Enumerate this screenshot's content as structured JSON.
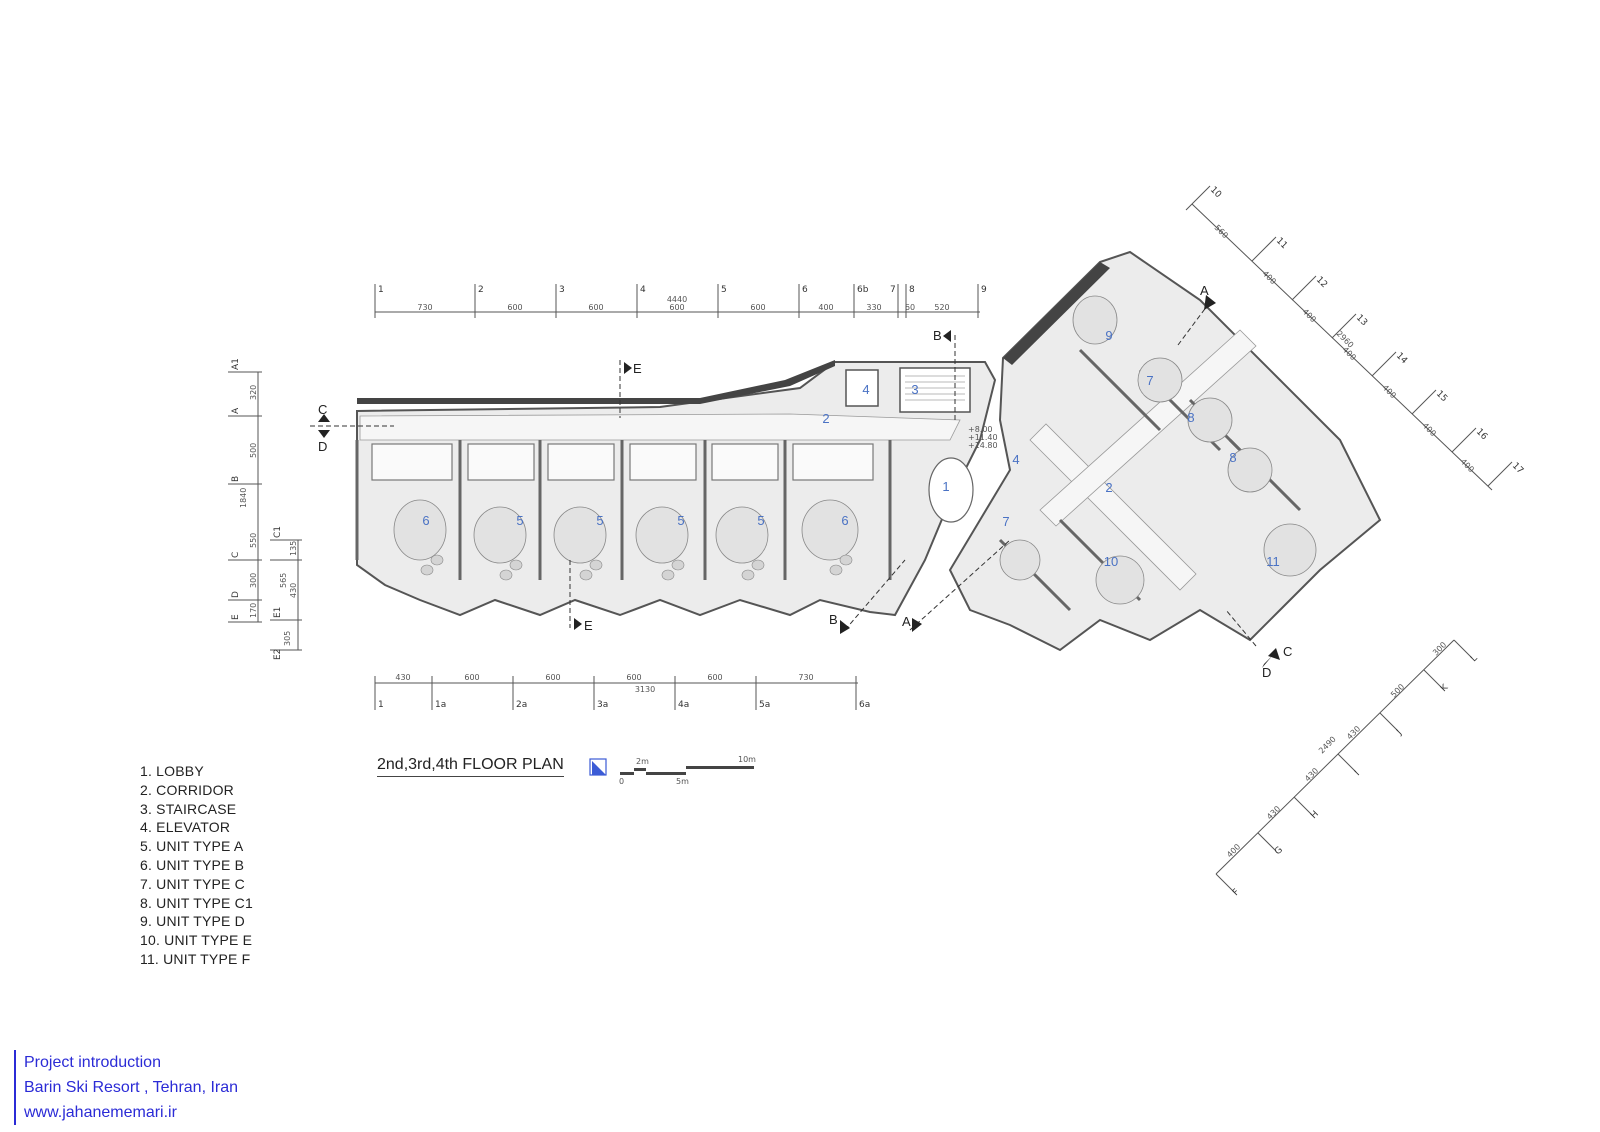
{
  "legend": [
    "1. LOBBY",
    "2. CORRIDOR",
    "3. STAIRCASE",
    "4. ELEVATOR",
    "5. UNIT TYPE A",
    "6. UNIT TYPE B",
    "7. UNIT TYPE C",
    "8. UNIT TYPE C1",
    "9. UNIT TYPE D",
    "10. UNIT TYPE E",
    "11. UNIT TYPE F"
  ],
  "plan_title": "2nd,3rd,4th FLOOR PLAN",
  "scale_bar": {
    "ticks": [
      "0",
      "2m",
      "5m",
      "10m"
    ]
  },
  "credits": {
    "line1": "Project introduction",
    "line2": "Barin Ski Resort , Tehran, Iran",
    "line3": "www.jahanememari.ir"
  },
  "top_grid": {
    "axes": [
      "1",
      "2",
      "3",
      "4",
      "5",
      "6",
      "6b",
      "7",
      "8",
      "9"
    ],
    "dims": [
      "730",
      "600",
      "600",
      "600",
      "600",
      "400",
      "330",
      "60",
      "520"
    ],
    "total": "4440"
  },
  "bottom_grid": {
    "axes": [
      "1",
      "1a",
      "2a",
      "3a",
      "4a",
      "5a",
      "6a"
    ],
    "dims": [
      "430",
      "600",
      "600",
      "600",
      "600",
      "730"
    ],
    "total": "3130"
  },
  "left_grid": {
    "axes": [
      "A1",
      "A",
      "B",
      "C",
      "D",
      "E",
      "C1",
      "E1",
      "E2"
    ],
    "dims": [
      "320",
      "500",
      "550",
      "300",
      "170",
      "135",
      "565",
      "430",
      "305"
    ],
    "total": "1840"
  },
  "upper_right_grid": {
    "axes": [
      "10",
      "11",
      "12",
      "13",
      "14",
      "15",
      "16",
      "17"
    ],
    "dims": [
      "560",
      "400",
      "400",
      "400",
      "400",
      "400",
      "400"
    ],
    "total": "2960"
  },
  "lower_right_grid": {
    "axes": [
      "F",
      "G",
      "H",
      "I",
      "J",
      "K",
      "L"
    ],
    "dims": [
      "400",
      "430",
      "430",
      "430",
      "500",
      "300"
    ],
    "total": "2490"
  },
  "sections": [
    "A",
    "B",
    "C",
    "D",
    "E"
  ],
  "levels": [
    "+8.00",
    "+11.40",
    "+14.80"
  ],
  "room_labels": [
    "1",
    "2",
    "3",
    "4",
    "5",
    "6",
    "7",
    "8",
    "9",
    "10",
    "11"
  ],
  "colors": {
    "room_number": "#4a72c4",
    "credits": "#2b2bd6"
  }
}
